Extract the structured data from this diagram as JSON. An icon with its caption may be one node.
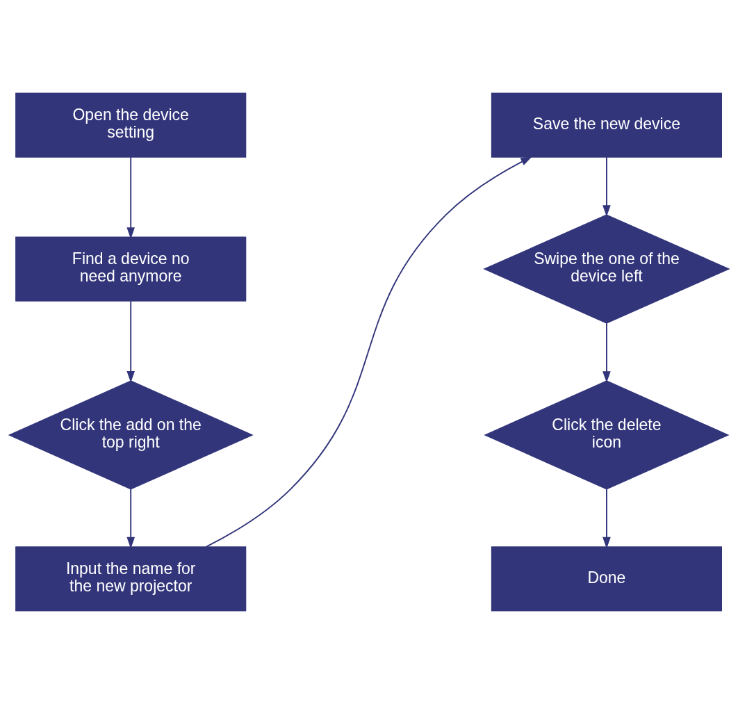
{
  "diagram": {
    "nodes": [
      {
        "text": [
          "Open the device setting"
        ]
      },
      {
        "text": [
          "Find a device no need anymore"
        ]
      },
      {
        "text": [
          "Click the add on the top right"
        ]
      },
      {
        "text": [
          "Input the name for the new projector"
        ]
      },
      {
        "text": [
          "Save the new device"
        ]
      },
      {
        "text": [
          "Swipe the one of the device left"
        ]
      },
      {
        "text": [
          "Click the delete icon"
        ]
      },
      {
        "text": [
          "Done"
        ]
      }
    ],
    "edges": [
      {
        "from": 0,
        "to": 1,
        "arrow": "to"
      },
      {
        "from": 1,
        "to": 2,
        "arrow": "to"
      },
      {
        "from": 2,
        "to": 3,
        "arrow": "to"
      },
      {
        "from": 3,
        "to": 4,
        "arrow": "to"
      },
      {
        "from": 4,
        "to": 5,
        "arrow": "to"
      },
      {
        "from": 5,
        "to": 6,
        "arrow": "to"
      },
      {
        "from": 6,
        "to": 7,
        "arrow": "to"
      }
    ]
  }
}
